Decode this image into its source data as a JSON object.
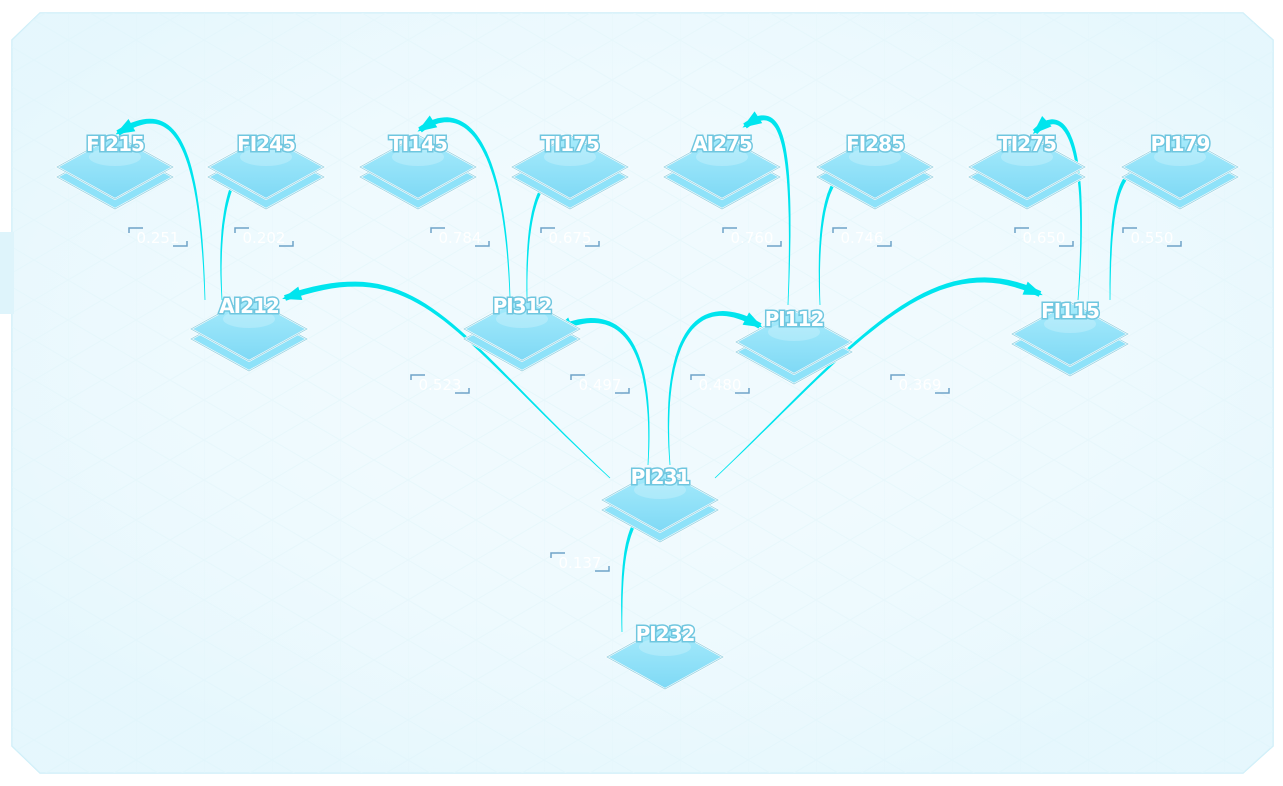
{
  "diagram": {
    "colors": {
      "panel_fill": "#effafe",
      "panel_stroke": "#cdeef8",
      "node_fill": "#8ee2f9",
      "node_stroke": "#59b5cf",
      "arrow": "#00e5ee",
      "label_bracket": "#6fa3c8"
    },
    "nodes": [
      {
        "id": "FI215",
        "label": "FI215",
        "layers": 2
      },
      {
        "id": "FI245",
        "label": "FI245",
        "layers": 2
      },
      {
        "id": "TI145",
        "label": "TI145",
        "layers": 2
      },
      {
        "id": "TI175",
        "label": "TI175",
        "layers": 2
      },
      {
        "id": "AI275",
        "label": "AI275",
        "layers": 2
      },
      {
        "id": "FI285",
        "label": "FI285",
        "layers": 2
      },
      {
        "id": "TI275",
        "label": "TI275",
        "layers": 2
      },
      {
        "id": "PI179",
        "label": "PI179",
        "layers": 2
      },
      {
        "id": "AI212",
        "label": "AI212",
        "layers": 2
      },
      {
        "id": "PI312",
        "label": "PI312",
        "layers": 2
      },
      {
        "id": "PI112",
        "label": "PI112",
        "layers": 2
      },
      {
        "id": "FI115",
        "label": "FI115",
        "layers": 2
      },
      {
        "id": "PI231",
        "label": "PI231",
        "layers": 2
      },
      {
        "id": "PI232",
        "label": "PI232",
        "layers": 1
      }
    ],
    "edges": [
      {
        "from": "AI212",
        "to": "FI215",
        "value": "0.251"
      },
      {
        "from": "AI212",
        "to": "FI245",
        "value": "0.202"
      },
      {
        "from": "PI312",
        "to": "TI145",
        "value": "0.784"
      },
      {
        "from": "PI312",
        "to": "TI175",
        "value": "0.675"
      },
      {
        "from": "PI112",
        "to": "AI275",
        "value": "0.760"
      },
      {
        "from": "PI112",
        "to": "FI285",
        "value": "0.746"
      },
      {
        "from": "FI115",
        "to": "TI275",
        "value": "0.650"
      },
      {
        "from": "FI115",
        "to": "PI179",
        "value": "0.550"
      },
      {
        "from": "PI231",
        "to": "AI212",
        "value": "0.523"
      },
      {
        "from": "PI231",
        "to": "PI312",
        "value": "0.497"
      },
      {
        "from": "PI231",
        "to": "PI112",
        "value": "0.480"
      },
      {
        "from": "PI231",
        "to": "FI115",
        "value": "0.369"
      },
      {
        "from": "PI232",
        "to": "PI231",
        "value": "0.137"
      }
    ]
  }
}
